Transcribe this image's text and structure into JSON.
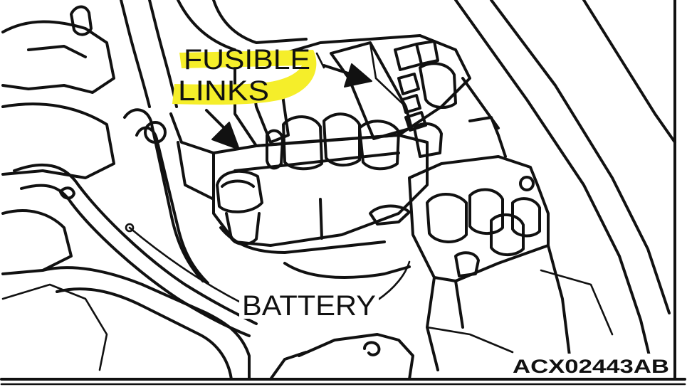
{
  "labels": {
    "fusible_links_line1": "FUSIBLE",
    "fusible_links_line2": "LINKS",
    "battery": "BATTERY",
    "figure_code": "ACX02443AB"
  },
  "colors": {
    "highlight": "#f5ee2a",
    "ink": "#111111",
    "paper": "#ffffff"
  }
}
